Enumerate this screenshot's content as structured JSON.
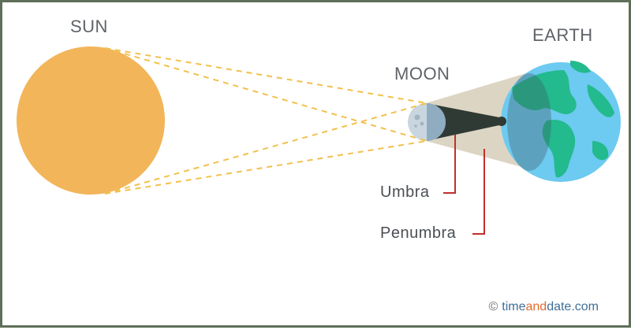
{
  "labels": {
    "sun": "SUN",
    "moon": "MOON",
    "earth": "EARTH",
    "umbra": "Umbra",
    "penumbra": "Penumbra"
  },
  "credit": {
    "mark": "©",
    "prefix": "time",
    "middle": "and",
    "suffix": "date.com"
  },
  "colors": {
    "sun": "#f2b55a",
    "ray": "#f2c04c",
    "penumbra": "#d8d0bd",
    "umbra": "#303a34",
    "earth_ocean": "#6dcaf0",
    "earth_land": "#23ba8e",
    "moon": "#a8c7dc",
    "pointer": "#c0302b",
    "frame": "#5f6f59"
  }
}
